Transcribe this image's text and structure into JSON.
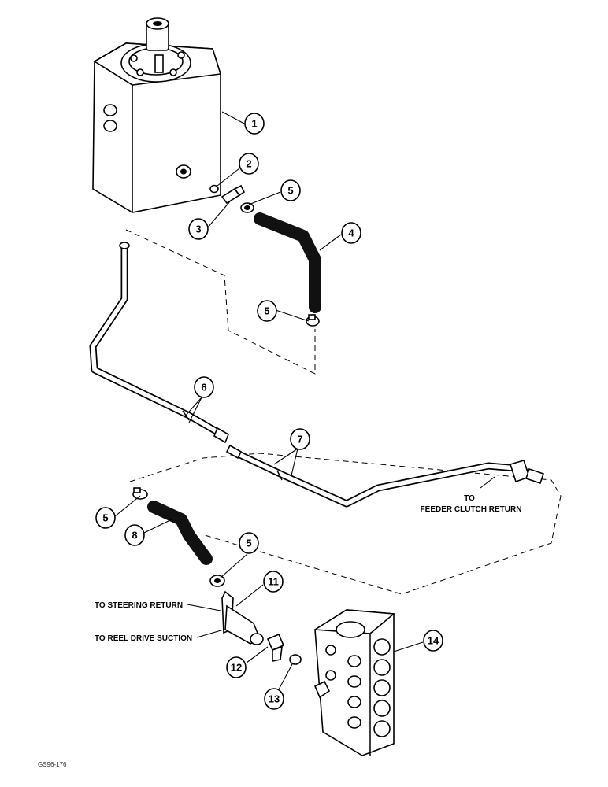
{
  "callouts": {
    "c1": "1",
    "c2": "2",
    "c3": "3",
    "c4": "4",
    "c5a": "5",
    "c5b": "5",
    "c5c": "5",
    "c5d": "5",
    "c6": "6",
    "c7": "7",
    "c8": "8",
    "c11": "11",
    "c12": "12",
    "c13": "13",
    "c14": "14"
  },
  "notes": {
    "feeder_line1": "TO",
    "feeder_line2": "FEEDER CLUTCH RETURN",
    "steering_return": "TO STEERING RETURN",
    "reel_drive": "TO REEL DRIVE SUCTION"
  },
  "figure_id": "GS96-176"
}
